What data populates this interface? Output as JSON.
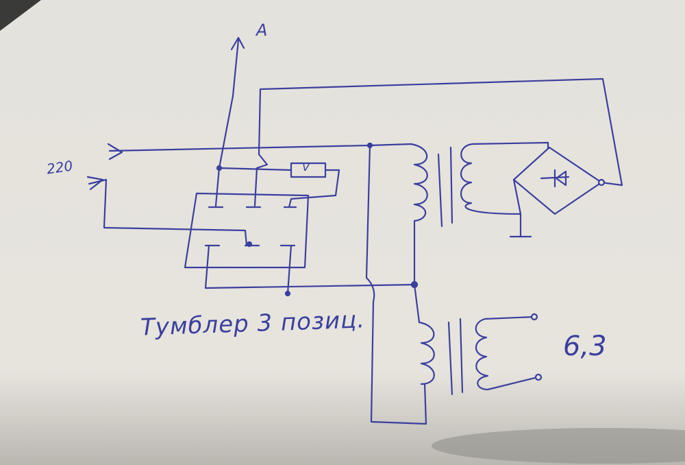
{
  "labels": {
    "output_a": "A",
    "input_voltage": "220",
    "voltmeter": "V",
    "switch_caption": "Тумблер 3 позиц.",
    "secondary_voltage": "6,3"
  },
  "colors": {
    "ink": "#3b3f9e",
    "paper": "#e6e4dc",
    "background": "#3a3a38"
  }
}
